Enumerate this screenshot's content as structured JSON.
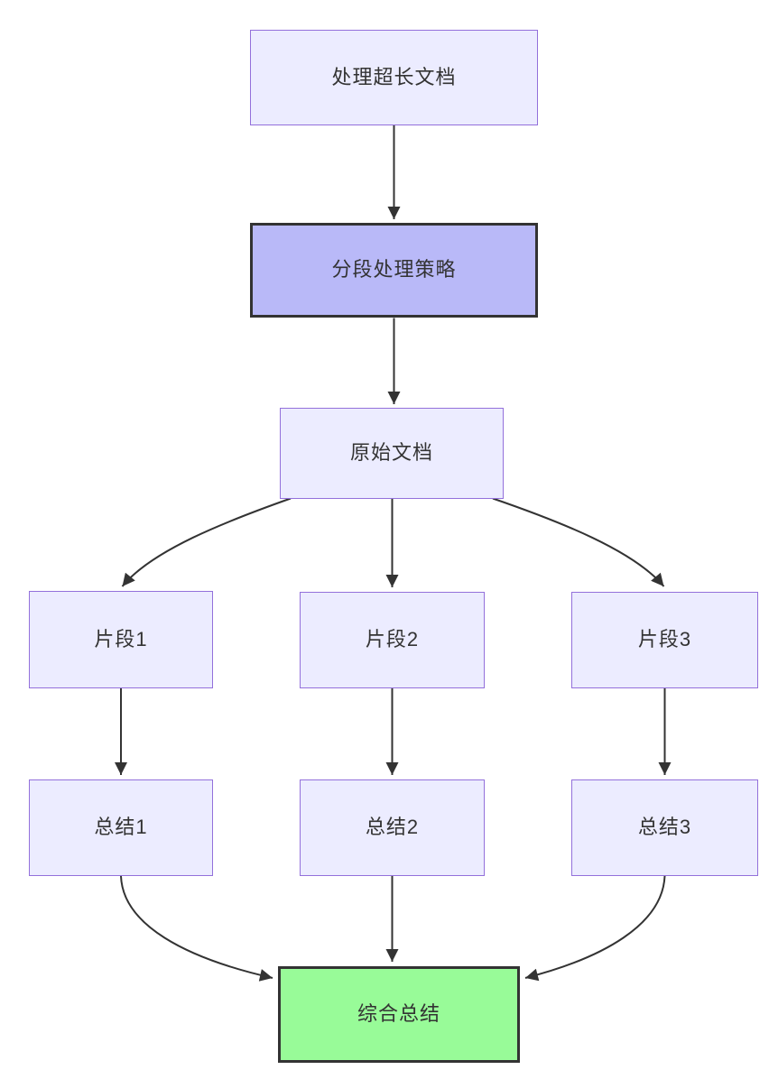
{
  "diagram": {
    "type": "flowchart",
    "direction": "top-down",
    "nodes": [
      {
        "id": "process",
        "label": "处理超长文档",
        "style": "default"
      },
      {
        "id": "strategy",
        "label": "分段处理策略",
        "style": "highlight"
      },
      {
        "id": "original",
        "label": "原始文档",
        "style": "default"
      },
      {
        "id": "frag1",
        "label": "片段1",
        "style": "default"
      },
      {
        "id": "frag2",
        "label": "片段2",
        "style": "default"
      },
      {
        "id": "frag3",
        "label": "片段3",
        "style": "default"
      },
      {
        "id": "sum1",
        "label": "总结1",
        "style": "default"
      },
      {
        "id": "sum2",
        "label": "总结2",
        "style": "default"
      },
      {
        "id": "sum3",
        "label": "总结3",
        "style": "default"
      },
      {
        "id": "final",
        "label": "综合总结",
        "style": "success"
      }
    ],
    "edges": [
      {
        "from": "处理超长文档",
        "to": "分段处理策略"
      },
      {
        "from": "分段处理策略",
        "to": "原始文档"
      },
      {
        "from": "原始文档",
        "to": "片段1"
      },
      {
        "from": "原始文档",
        "to": "片段2"
      },
      {
        "from": "原始文档",
        "to": "片段3"
      },
      {
        "from": "片段1",
        "to": "总结1"
      },
      {
        "from": "片段2",
        "to": "总结2"
      },
      {
        "from": "片段3",
        "to": "总结3"
      },
      {
        "from": "总结1",
        "to": "综合总结"
      },
      {
        "from": "总结2",
        "to": "综合总结"
      },
      {
        "from": "总结3",
        "to": "综合总结"
      }
    ],
    "colors": {
      "node_fill": "#ECECFF",
      "node_border": "#9370DB",
      "highlight_fill": "#B9B9F8",
      "highlight_border": "#333333",
      "final_fill": "#98FB98",
      "final_border": "#333333",
      "edge": "#333333",
      "text": "#333333",
      "background": "#FFFFFF"
    }
  }
}
